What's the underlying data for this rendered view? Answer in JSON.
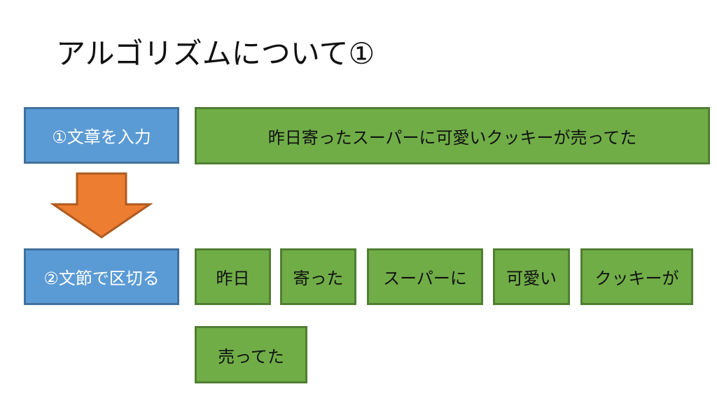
{
  "title": "アルゴリズムについて①",
  "steps": [
    {
      "label": "①文章を入力"
    },
    {
      "label": "②文節で区切る"
    }
  ],
  "input_sentence": "昨日寄ったスーパーに可愛いクッキーが売ってた",
  "segments": [
    "昨日",
    "寄った",
    "スーパーに",
    "可愛い",
    "クッキーが",
    "売ってた"
  ],
  "colors": {
    "step_fill": "#5b9bd5",
    "step_border": "#41719c",
    "text_fill": "#70ad47",
    "text_border": "#507e32",
    "arrow_fill": "#ed7d31",
    "arrow_border": "#ae5a21"
  }
}
